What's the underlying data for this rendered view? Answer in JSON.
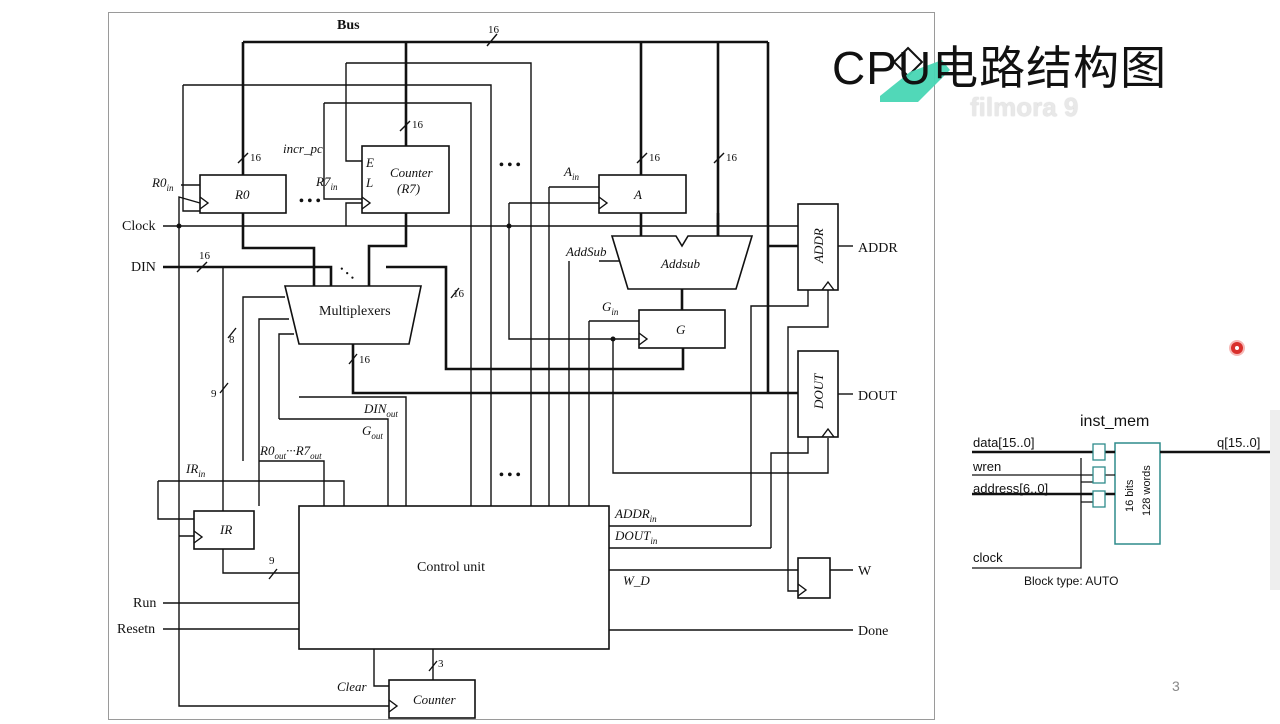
{
  "slide": {
    "title": "CPU电路结构图",
    "page_number": "3",
    "watermark": "filmora 9"
  },
  "diagram": {
    "bus_label": "Bus",
    "bus_width": "16",
    "registers": {
      "r0": "R0",
      "counter_r7_line1": "Counter",
      "counter_r7_line2": "(R7)",
      "a": "A",
      "g": "G",
      "ir": "IR",
      "addr": "ADDR",
      "dout": "DOUT"
    },
    "blocks": {
      "multiplexers": "Multiplexers",
      "addsub": "Addsub",
      "control_unit": "Control unit",
      "counter": "Counter"
    },
    "inputs": {
      "clock": "Clock",
      "din": "DIN",
      "run": "Run",
      "resetn": "Resetn"
    },
    "outputs": {
      "addr": "ADDR",
      "dout": "DOUT",
      "w": "W",
      "done": "Done"
    },
    "signals": {
      "r0_in": "R0",
      "r0_in_sub": "in",
      "r7_in": "R7",
      "r7_in_sub": "in",
      "incr_pc": "incr_pc",
      "e": "E",
      "l": "L",
      "a_in": "A",
      "a_in_sub": "in",
      "addsub": "AddSub",
      "g_in": "G",
      "g_in_sub": "in",
      "ir_in": "IR",
      "ir_in_sub": "in",
      "din_out": "DIN",
      "din_out_sub": "out",
      "g_out": "G",
      "g_out_sub": "out",
      "r0_out": "R0",
      "r0_out_sub": "out",
      "r7_out_sep": "···R7",
      "r7_out_sub": "out",
      "addr_in": "ADDR",
      "addr_in_sub": "in",
      "dout_in": "DOUT",
      "dout_in_sub": "in",
      "w_d": "W_D",
      "clear": "Clear"
    },
    "bus_widths": {
      "r0": "16",
      "counter": "16",
      "a": "16",
      "addsub": "16",
      "din": "16",
      "mux_in": "16",
      "mux_out": "16",
      "ir_8": "8",
      "ir_9": "9",
      "cu_9": "9",
      "counter_3": "3"
    },
    "ellipsis": "• • •"
  },
  "memory_block": {
    "name": "inst_mem",
    "ports_in": [
      "data[15..0]",
      "wren",
      "address[6..0]",
      "clock"
    ],
    "port_out": "q[15..0]",
    "size_line1": "16 bits",
    "size_line2": "128 words",
    "block_type": "Block type: AUTO",
    "accent_color": "#2e8b8b"
  }
}
